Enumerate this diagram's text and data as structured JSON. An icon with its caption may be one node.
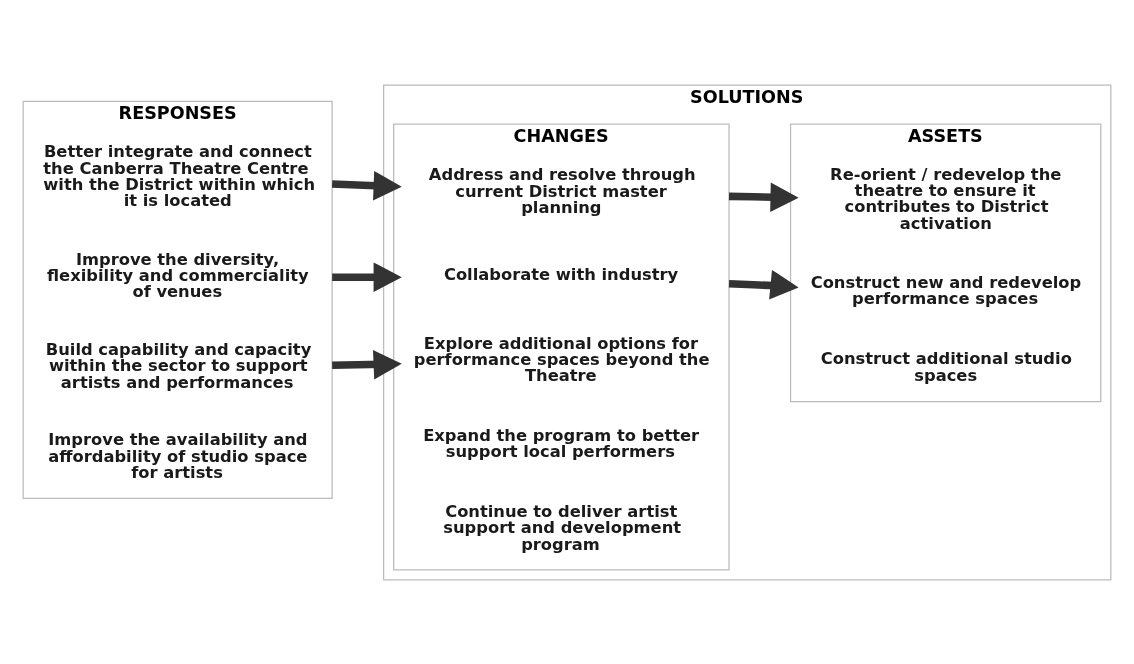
{
  "diagram": {
    "nodes": [
      {
        "text": [
          "RESPONSES"
        ]
      },
      {
        "text": [
          "Better integrate and connect the Canberra Theatre Centre with the District within which it is located"
        ],
        "in": 0
      },
      {
        "text": [
          "Improve the diversity, flexibility and commerciality of venues"
        ],
        "in": 0
      },
      {
        "text": [
          "Build capability and capacity within the sector to support artists and performances"
        ],
        "in": 0
      },
      {
        "text": [
          "Improve the availability and affordability of studio space for artists"
        ],
        "in": 0
      },
      {
        "text": [
          "SOLUTIONS"
        ]
      },
      {
        "text": [
          "CHANGES"
        ],
        "in": 5
      },
      {
        "text": [
          "Address and resolve through current District master planning"
        ],
        "in": 6
      },
      {
        "text": [
          "Collaborate with industry"
        ],
        "in": 6
      },
      {
        "text": [
          "Explore additional options for performance spaces beyond the Theatre"
        ],
        "in": 6
      },
      {
        "text": [
          "Expand the program to better support local performers"
        ],
        "in": 6
      },
      {
        "text": [
          "Continue to deliver artist support and development program"
        ],
        "in": 6
      },
      {
        "text": [
          "ASSETS"
        ],
        "in": 5
      },
      {
        "text": [
          "Re-orient / redevelop the theatre to ensure it contributes to District activation"
        ],
        "in": 12
      },
      {
        "text": [
          "Construct new and redevelop performance spaces"
        ],
        "in": 12
      },
      {
        "text": [
          "Construct additional studio spaces"
        ],
        "in": 12
      }
    ],
    "edges": [
      {
        "from": 0,
        "to": 6,
        "arrow": "to"
      },
      {
        "from": 0,
        "to": 6,
        "arrow": "to"
      },
      {
        "from": 0,
        "to": 6,
        "arrow": "to"
      },
      {
        "from": 6,
        "to": 12,
        "arrow": "to"
      },
      {
        "from": 6,
        "to": 12,
        "arrow": "to"
      }
    ]
  }
}
